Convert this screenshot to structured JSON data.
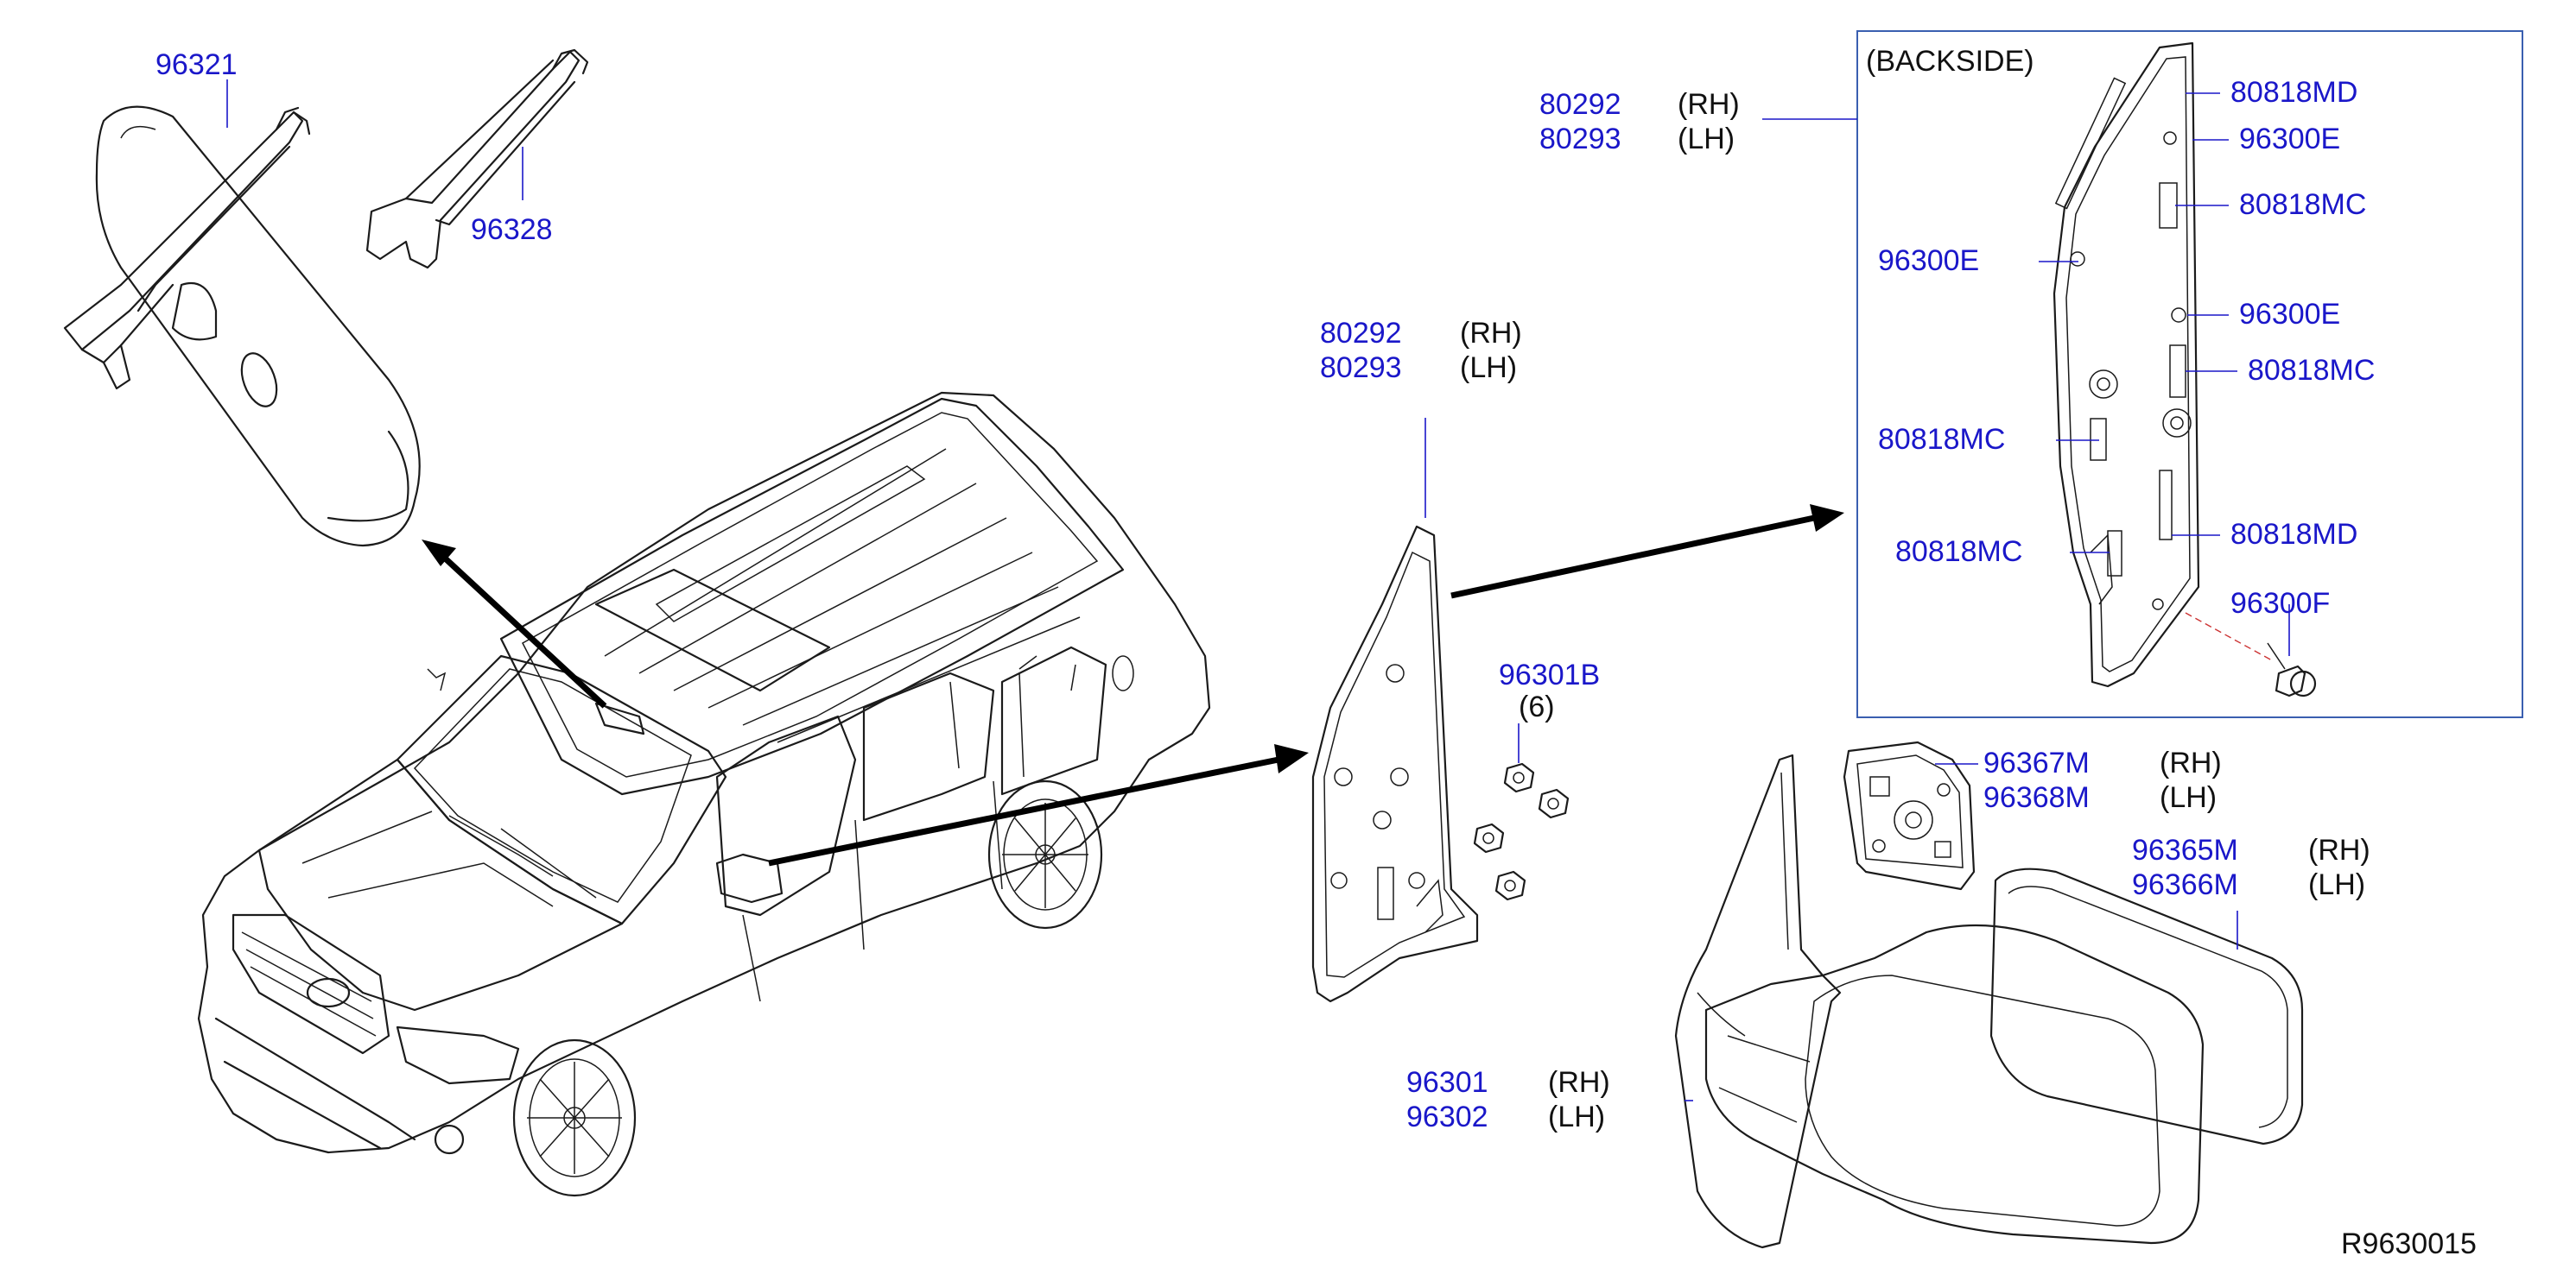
{
  "diagram": {
    "ref_code": "R9630015",
    "box_title": "(BACKSIDE)",
    "colors": {
      "part_number": "#1a17c9",
      "text": "#111111",
      "line": "#1b1b1b",
      "box": "#3a5fb0"
    },
    "labels": {
      "p96321": "96321",
      "p96328": "96328",
      "p80292_a": "80292",
      "rh_a": "(RH)",
      "p80293_a": "80293",
      "lh_a": "(LH)",
      "p80292_b": "80292",
      "rh_b": "(RH)",
      "p80293_b": "80293",
      "lh_b": "(LH)",
      "p96301B": "96301B",
      "qty_96301B": "(6)",
      "p96367M": "96367M",
      "rh_c": "(RH)",
      "p96368M": "96368M",
      "lh_c": "(LH)",
      "p96365M": "96365M",
      "rh_d": "(RH)",
      "p96366M": "96366M",
      "lh_d": "(LH)",
      "p96301": "96301",
      "rh_e": "(RH)",
      "p96302": "96302",
      "lh_e": "(LH)",
      "bs_80818MD_1": "80818MD",
      "bs_96300E_1": "96300E",
      "bs_80818MC_1": "80818MC",
      "bs_96300E_2": "96300E",
      "bs_96300E_3": "96300E",
      "bs_80818MC_2": "80818MC",
      "bs_80818MC_3": "80818MC",
      "bs_80818MD_2": "80818MD",
      "bs_80818MC_4": "80818MC",
      "bs_96300F": "96300F"
    }
  }
}
